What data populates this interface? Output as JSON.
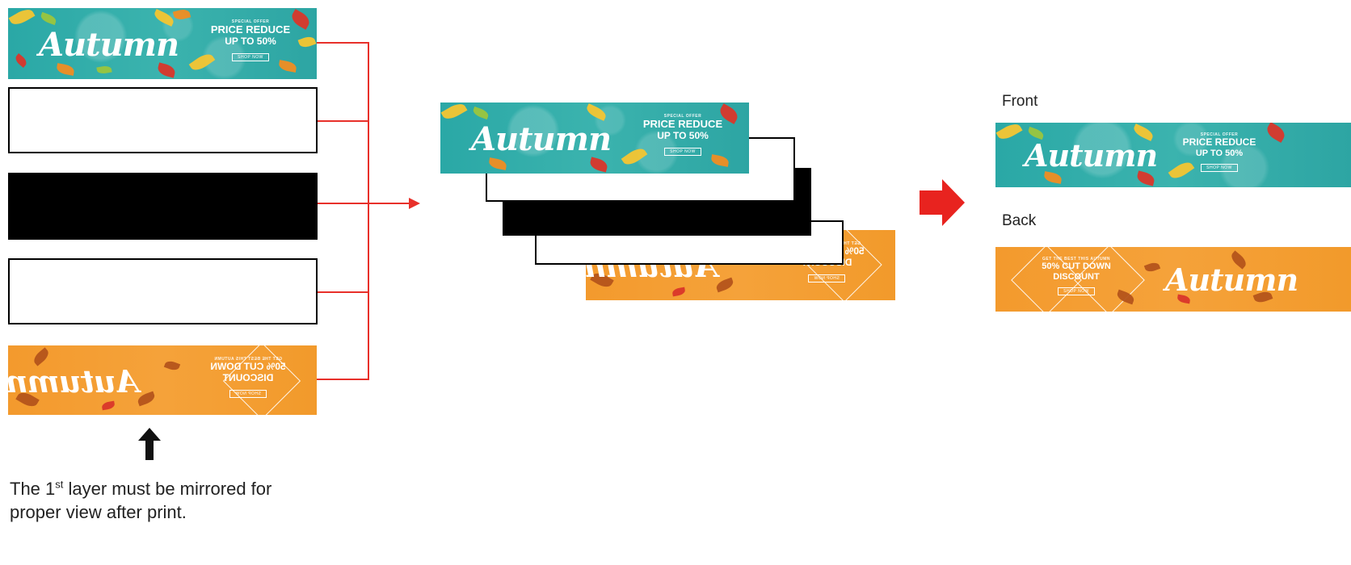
{
  "front_banner": {
    "script_text": "Autumn",
    "small_text": "SPECIAL OFFER",
    "headline_line1": "PRICE REDUCE",
    "headline_line2": "UP TO 50%",
    "button": "SHOP NOW"
  },
  "back_banner": {
    "script_text": "Autumn",
    "small_text": "GET THE BEST THIS AUTUMN",
    "headline_line1": "50% CUT DOWN",
    "headline_line2": "DISCOUNT",
    "button": "SHOP NOW"
  },
  "labels": {
    "front": "Front",
    "back": "Back"
  },
  "caption": {
    "part1": "The 1",
    "sup": "st",
    "part2": " layer must be mirrored for",
    "line2": "proper view after print."
  },
  "colors": {
    "connector_red": "#e8302a",
    "teal": "#2aa8a6",
    "orange": "#f39a2d"
  },
  "icons": [
    "arrow-up-icon",
    "arrow-right-icon",
    "big-red-arrow-icon"
  ]
}
